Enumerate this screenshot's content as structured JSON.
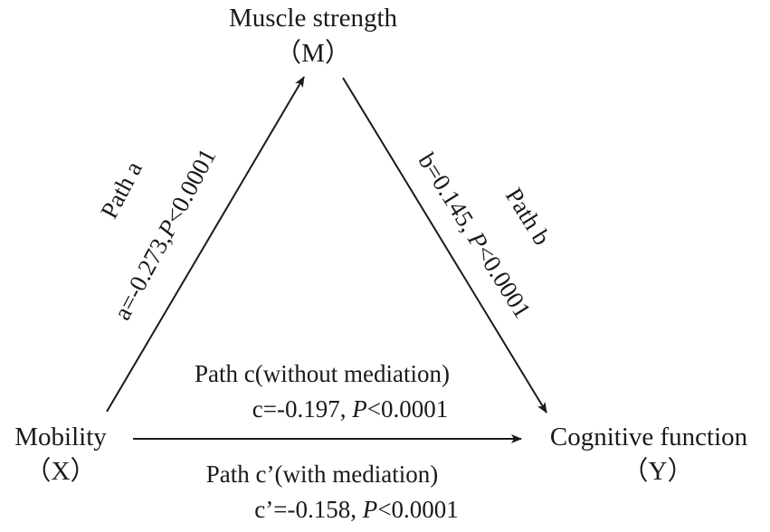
{
  "nodes": {
    "m": {
      "name": "Muscle strength",
      "code": "（M）"
    },
    "x": {
      "name": "Mobility",
      "code": "（X）"
    },
    "y": {
      "name": "Cognitive function",
      "code": "（Y）"
    }
  },
  "paths": {
    "a": {
      "title": "Path a",
      "coef": "a=-0.273,",
      "p_symbol": "P",
      "p_value": "<0.0001"
    },
    "b": {
      "title": "Path b",
      "coef": "b=0.145, ",
      "p_symbol": "P",
      "p_value": "<0.0001"
    },
    "c": {
      "title": "Path c(without mediation)",
      "coef": "c=-0.197, ",
      "p_symbol": "P",
      "p_value": "<0.0001"
    },
    "c_prime": {
      "title": "Path c’(with mediation)",
      "coef": "c’=-0.158, ",
      "p_symbol": "P",
      "p_value": "<0.0001"
    }
  },
  "colors": {
    "ink": "#1a1a1a",
    "background": "#ffffff"
  }
}
